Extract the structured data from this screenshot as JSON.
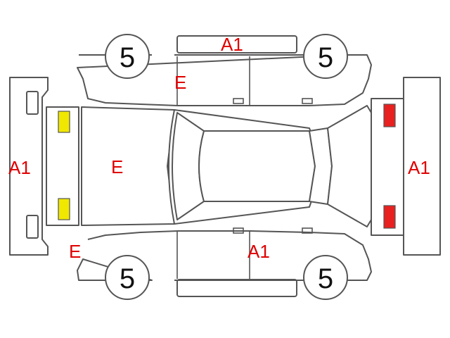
{
  "tires": {
    "front_left": "5",
    "rear_left": "5",
    "front_right": "5",
    "rear_right": "5"
  },
  "labels": {
    "top_bumper": "A1",
    "top_door_front": "E",
    "front_bumper": "A1",
    "hood": "E",
    "rear_bumper": "A1",
    "bottom_fender_front": "E",
    "bottom_door_rear": "A1"
  },
  "lights": {
    "headlight_color": "#f0e800",
    "taillight_color": "#e82020"
  }
}
